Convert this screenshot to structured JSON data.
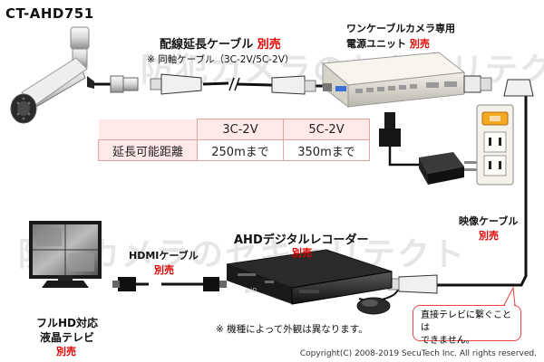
{
  "model": "CT-AHD751",
  "watermark": "防犯カメラのセキュリテクト",
  "coax_cable": {
    "title": "配線延長ケーブル",
    "sold": "別売",
    "note": "※ 同軸ケーブル（3C-2V/5C-2V）"
  },
  "power_unit": {
    "line1": "ワンケーブルカメラ専用",
    "line2": "電源ユニット",
    "sold": "別売"
  },
  "table": {
    "headers": [
      "3C-2V",
      "5C-2V"
    ],
    "row_label": "延長可能距離",
    "values": [
      "250mまで",
      "350mまで"
    ]
  },
  "video_cable": {
    "title": "映像ケーブル",
    "sold": "別売"
  },
  "hdmi_cable": {
    "title": "HDMIケーブル",
    "sold": "別売"
  },
  "recorder": {
    "title": "AHDデジタルレコーダー",
    "sold": "別売",
    "brand": "AHD"
  },
  "tv": {
    "line1": "フルHD対応",
    "line2": "液晶テレビ",
    "sold": "別売"
  },
  "appearance_note": "※ 機種によって外観は異なります。",
  "direct_tv_note": {
    "line1": "直接テレビに繋ぐことは",
    "line2": "できません。"
  },
  "copyright": "Copyright(C) 2008-2019 SecuTech Inc. All rights reserved.",
  "colors": {
    "accent_red": "#e00000",
    "outlet_orange": "#f5a623",
    "cable_black": "#111111"
  }
}
